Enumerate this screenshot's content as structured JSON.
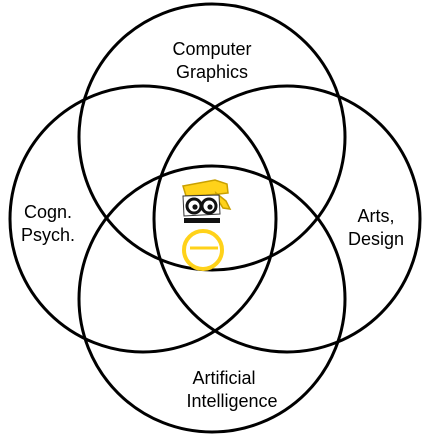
{
  "labels": {
    "top_line1": "Computer",
    "top_line2": "Graphics",
    "left_line1": "Cogn.",
    "left_line2": "Psych.",
    "right_line1": "Arts,",
    "right_line2": "Design",
    "bottom_line1": "Artificial",
    "bottom_line2": "Intelligence"
  },
  "colors": {
    "mascot_yellow": "#FFD21A",
    "mascot_outline": "#C9A000",
    "ring_stroke": "#000000"
  },
  "icons": {
    "center": "mascot-face-with-bandana-icon"
  }
}
